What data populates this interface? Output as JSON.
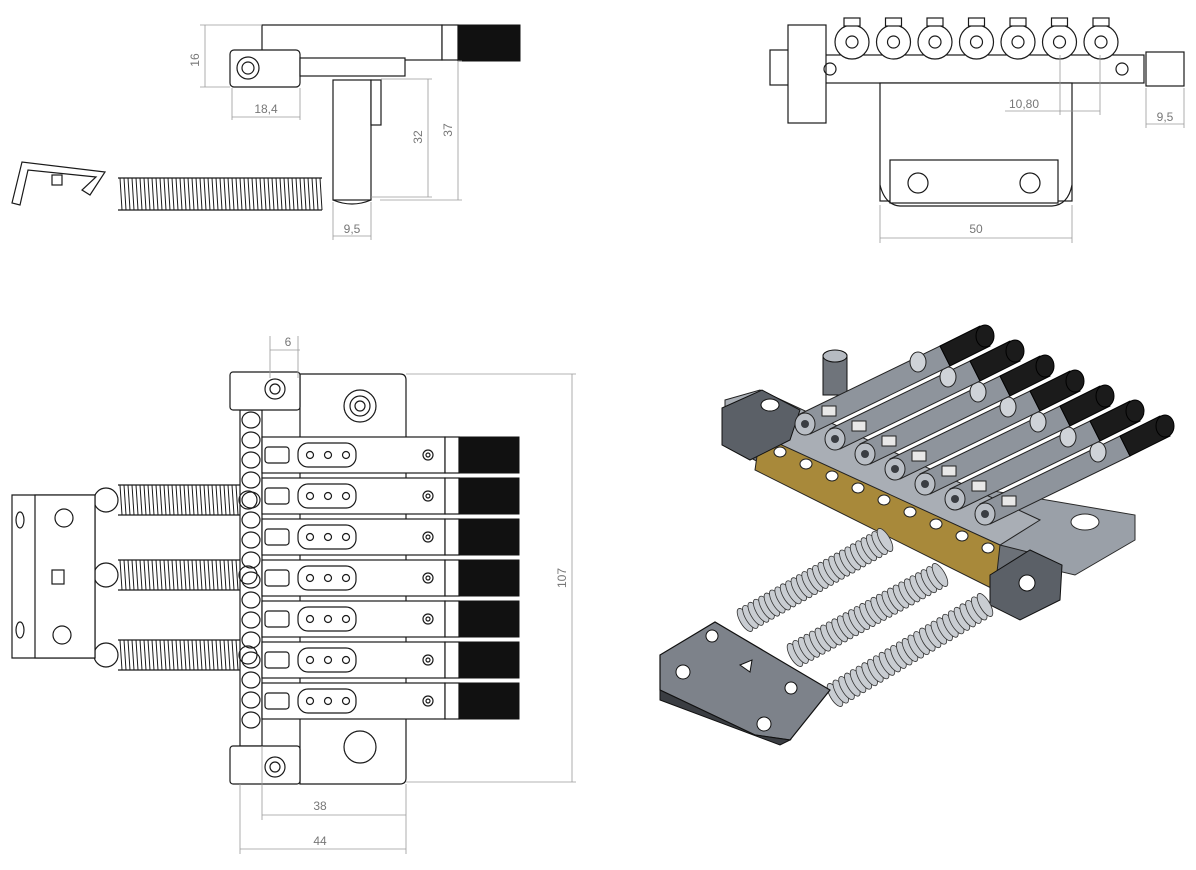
{
  "views": {
    "side": {
      "dims": {
        "height": "16",
        "hole_offset": "18,4",
        "body_height": "32",
        "total_height": "37",
        "base_width": "9,5"
      }
    },
    "front": {
      "dims": {
        "string_spacing": "10,80",
        "end_width": "9,5",
        "base_width": "50"
      }
    },
    "top": {
      "dims": {
        "hole_dia": "6",
        "length": "107",
        "inner_width": "38",
        "outer_width": "44"
      },
      "saddle_count": 7
    },
    "isometric": {
      "colors": {
        "body": "#8e949c",
        "dark": "#3a3d42",
        "brass": "#a8893a",
        "knob": "#1b1b1b"
      }
    }
  }
}
